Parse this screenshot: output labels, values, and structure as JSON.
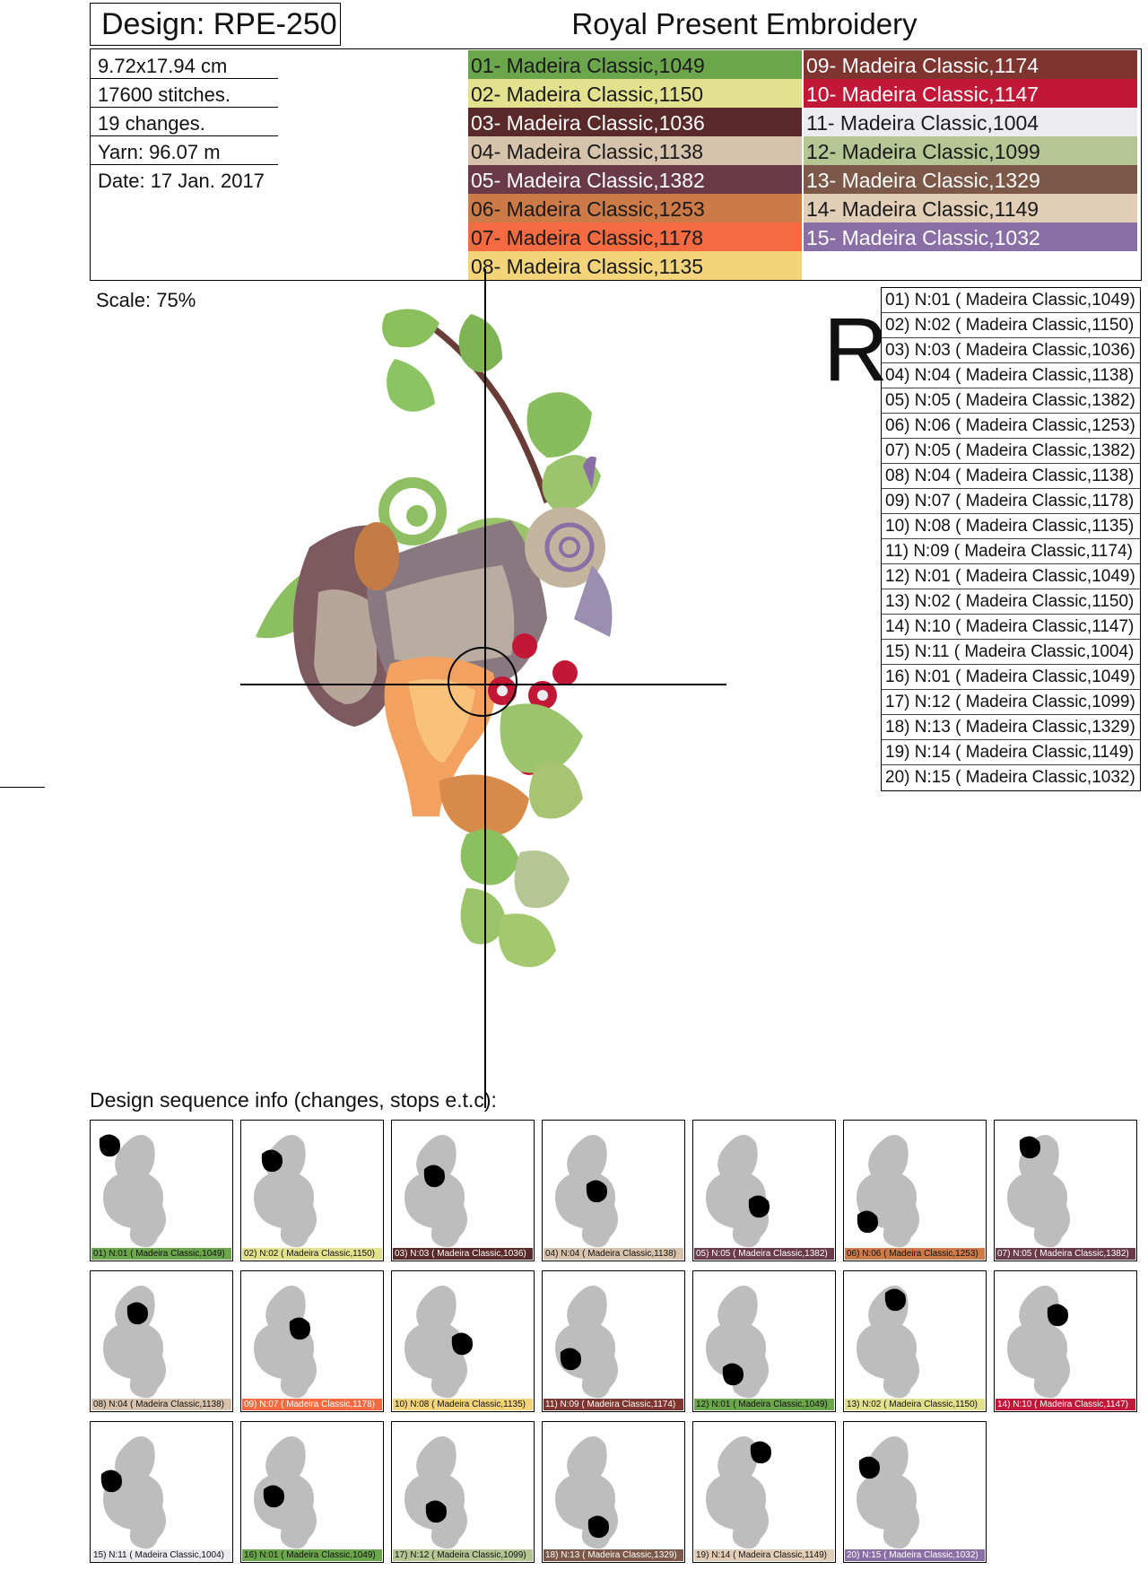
{
  "header": {
    "design": "Design: RPE-250",
    "brand": "Royal Present Embroidery"
  },
  "info": {
    "size": "9.72x17.94 cm",
    "stitches": "17600 stitches.",
    "changes": "19 changes.",
    "yarn": "Yarn: 96.07 m",
    "date": "Date: 17 Jan. 2017"
  },
  "palette": [
    {
      "label": "01- Madeira Classic,1049",
      "color": "#6ba64c",
      "text_color": "#1a1a1a"
    },
    {
      "label": "02- Madeira Classic,1150",
      "color": "#e2e28e",
      "text_color": "#1a1a1a"
    },
    {
      "label": "03- Madeira Classic,1036",
      "color": "#5a2a2a",
      "text_color": "#ffffff"
    },
    {
      "label": "04- Madeira Classic,1138",
      "color": "#d7c2ab",
      "text_color": "#1a1a1a"
    },
    {
      "label": "05- Madeira Classic,1382",
      "color": "#6b3a48",
      "text_color": "#ffffff"
    },
    {
      "label": "06- Madeira Classic,1253",
      "color": "#cc7a48",
      "text_color": "#1a1a1a"
    },
    {
      "label": "07- Madeira Classic,1178",
      "color": "#f56a40",
      "text_color": "#1a1a1a"
    },
    {
      "label": "08- Madeira Classic,1135",
      "color": "#f3d47a",
      "text_color": "#1a1a1a"
    },
    {
      "label": "09- Madeira Classic,1174",
      "color": "#7e342f",
      "text_color": "#ffffff"
    },
    {
      "label": "10- Madeira Classic,1147",
      "color": "#c21838",
      "text_color": "#ffffff"
    },
    {
      "label": "11- Madeira Classic,1004",
      "color": "#ecebf0",
      "text_color": "#1a1a1a"
    },
    {
      "label": "12- Madeira Classic,1099",
      "color": "#b5c694",
      "text_color": "#1a1a1a"
    },
    {
      "label": "13- Madeira Classic,1329",
      "color": "#7b5848",
      "text_color": "#ffffff"
    },
    {
      "label": "14- Madeira Classic,1149",
      "color": "#e2ceb6",
      "text_color": "#1a1a1a"
    },
    {
      "label": "15- Madeira Classic,1032",
      "color": "#8a6ea6",
      "text_color": "#ffffff"
    }
  ],
  "scale": "Scale: 75%",
  "marker": "R",
  "sequence_title": "Design sequence info (changes, stops e.t.c):",
  "sequence": [
    {
      "label": "01) N:01 ( Madeira Classic,1049)",
      "color": "#6ba64c"
    },
    {
      "label": "02) N:02 ( Madeira Classic,1150)",
      "color": "#e2e28e"
    },
    {
      "label": "03) N:03 ( Madeira Classic,1036)",
      "color": "#5a2a2a"
    },
    {
      "label": "04) N:04 ( Madeira Classic,1138)",
      "color": "#d7c2ab"
    },
    {
      "label": "05) N:05 ( Madeira Classic,1382)",
      "color": "#6b3a48"
    },
    {
      "label": "06) N:06 ( Madeira Classic,1253)",
      "color": "#cc7a48"
    },
    {
      "label": "07) N:05 ( Madeira Classic,1382)",
      "color": "#6b3a48"
    },
    {
      "label": "08) N:04 ( Madeira Classic,1138)",
      "color": "#d7c2ab"
    },
    {
      "label": "09) N:07 ( Madeira Classic,1178)",
      "color": "#f56a40"
    },
    {
      "label": "10) N:08 ( Madeira Classic,1135)",
      "color": "#f3d47a"
    },
    {
      "label": "11) N:09 ( Madeira Classic,1174)",
      "color": "#7e342f"
    },
    {
      "label": "12) N:01 ( Madeira Classic,1049)",
      "color": "#6ba64c"
    },
    {
      "label": "13) N:02 ( Madeira Classic,1150)",
      "color": "#e2e28e"
    },
    {
      "label": "14) N:10 ( Madeira Classic,1147)",
      "color": "#c21838"
    },
    {
      "label": "15) N:11 ( Madeira Classic,1004)",
      "color": "#ecebf0"
    },
    {
      "label": "16) N:01 ( Madeira Classic,1049)",
      "color": "#6ba64c"
    },
    {
      "label": "17) N:12 ( Madeira Classic,1099)",
      "color": "#b5c694"
    },
    {
      "label": "18) N:13 ( Madeira Classic,1329)",
      "color": "#7b5848"
    },
    {
      "label": "19) N:14 ( Madeira Classic,1149)",
      "color": "#e2ceb6"
    },
    {
      "label": "20) N:15 ( Madeira Classic,1032)",
      "color": "#8a6ea6"
    }
  ]
}
